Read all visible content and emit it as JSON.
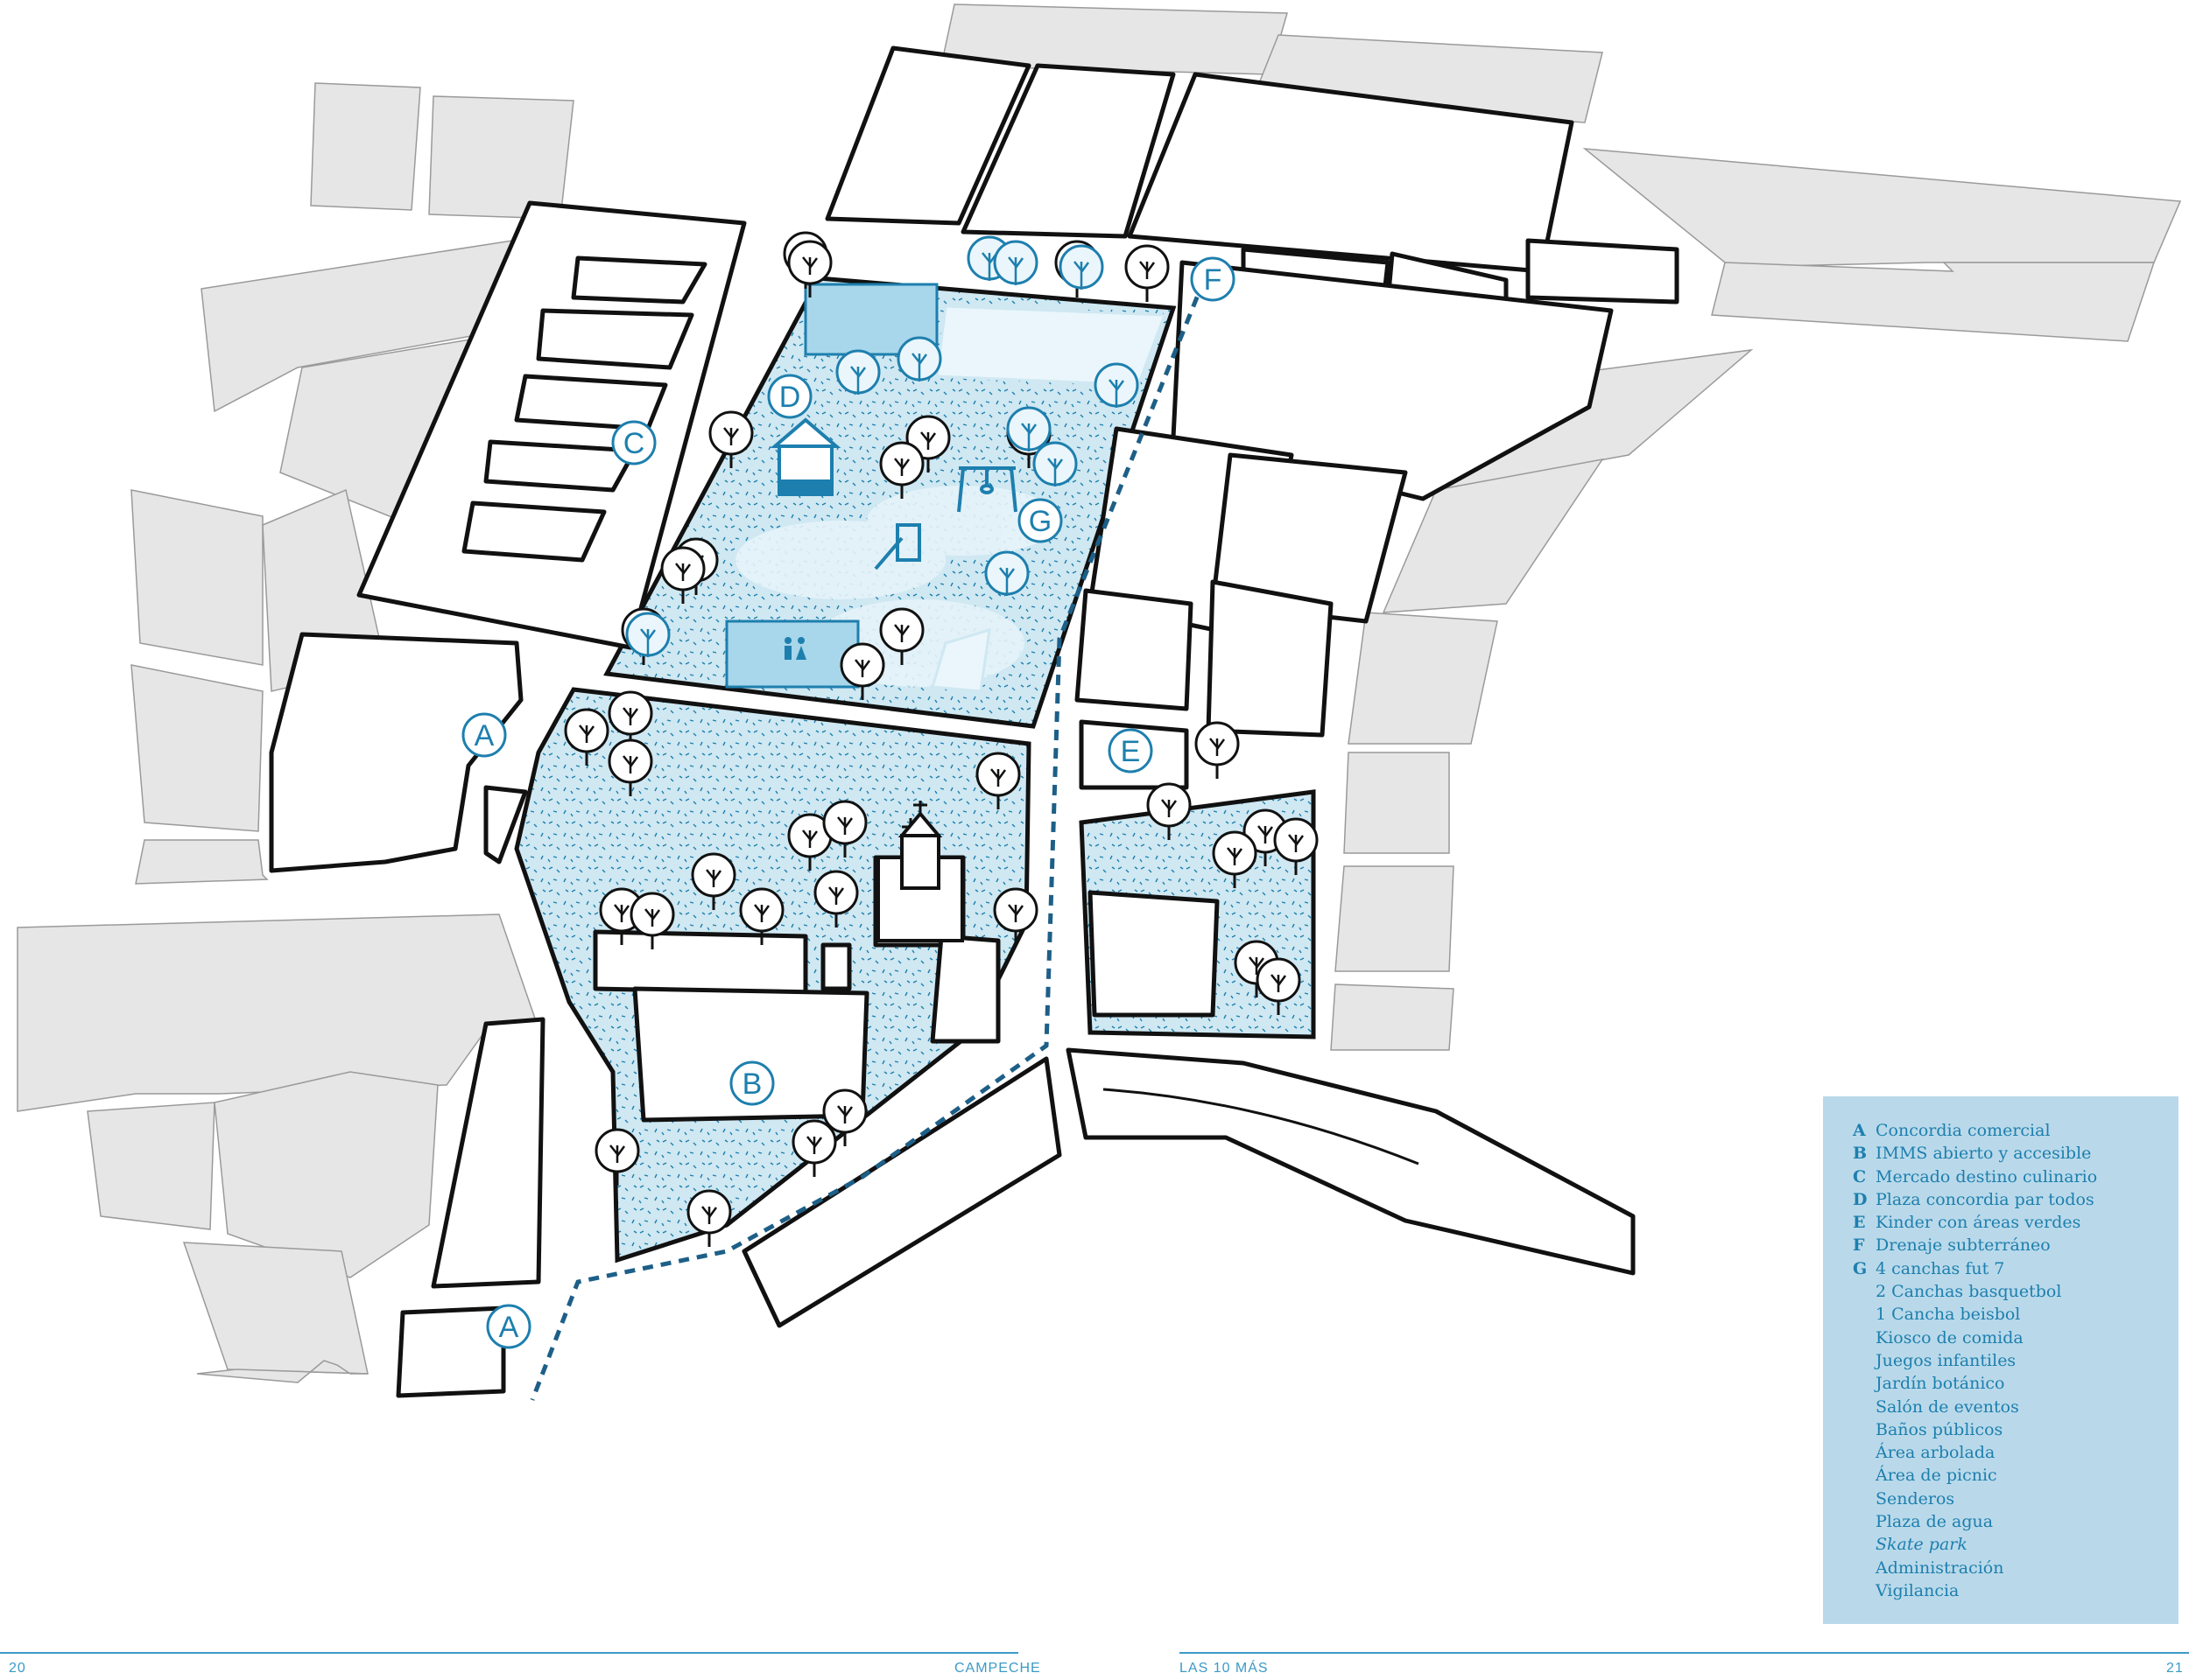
{
  "markers": {
    "a1": "A",
    "a2": "A",
    "b": "B",
    "c": "C",
    "d": "D",
    "e": "E",
    "f": "F",
    "g": "G"
  },
  "legend": {
    "items": [
      {
        "letter": "A",
        "text": "Concordia comercial"
      },
      {
        "letter": "B",
        "text": "IMMS abierto y accesible"
      },
      {
        "letter": "C",
        "text": "Mercado destino culinario"
      },
      {
        "letter": "D",
        "text": "Plaza concordia par todos"
      },
      {
        "letter": "E",
        "text": "Kinder con áreas verdes"
      },
      {
        "letter": "F",
        "text": "Drenaje subterráneo"
      },
      {
        "letter": "G",
        "text": "4 canchas fut 7"
      },
      {
        "letter": "",
        "text": "2 Canchas basquetbol"
      },
      {
        "letter": "",
        "text": "1 Cancha beisbol"
      },
      {
        "letter": "",
        "text": "Kiosco de comida"
      },
      {
        "letter": "",
        "text": "Juegos infantiles"
      },
      {
        "letter": "",
        "text": "Jardín botánico"
      },
      {
        "letter": "",
        "text": "Salón de eventos"
      },
      {
        "letter": "",
        "text": "Baños públicos"
      },
      {
        "letter": "",
        "text": "Área arbolada"
      },
      {
        "letter": "",
        "text": "Área de picnic"
      },
      {
        "letter": "",
        "text": "Senderos"
      },
      {
        "letter": "",
        "text": "Plaza de agua"
      },
      {
        "letter": "",
        "text": "Skate park"
      },
      {
        "letter": "",
        "text": "Administración"
      },
      {
        "letter": "",
        "text": "Vigilancia"
      }
    ]
  },
  "footer": {
    "left_page": "20",
    "left_section": "CAMPECHE",
    "right_section": "LAS 10 MÁS",
    "right_page": "21"
  },
  "colors": {
    "accent": "#1d7fae",
    "park_fill": "#cfe8f2",
    "block_fill": "#e6e6e6",
    "legend_bg": "#b9d9ea"
  }
}
